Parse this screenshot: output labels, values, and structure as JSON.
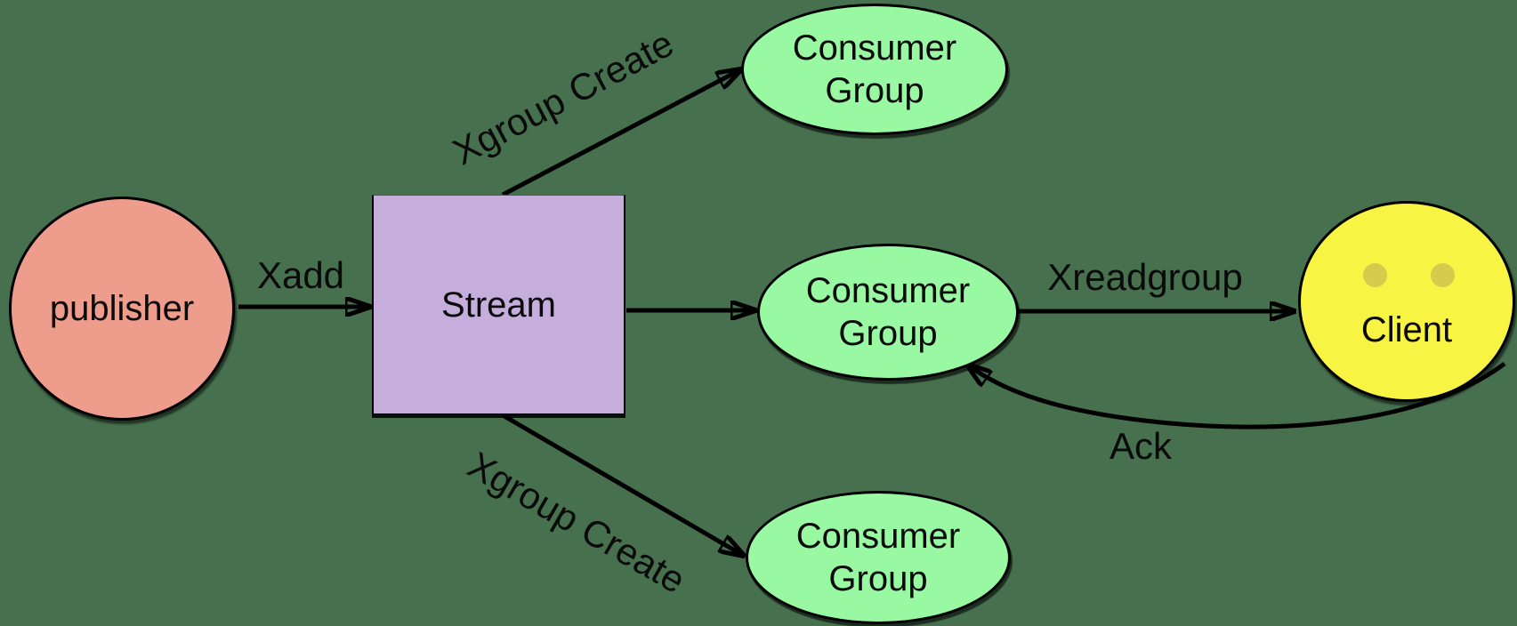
{
  "diagram": {
    "colors": {
      "background": "#47714E",
      "publisher_fill": "#EE9C8C",
      "stream_fill": "#C5AEDC",
      "consumer_group_fill": "#98F9A2",
      "client_fill": "#F7F443",
      "client_eye_fill": "#D5CB4D",
      "stroke": "#000000"
    },
    "nodes": {
      "publisher": {
        "label": "publisher",
        "shape": "circle"
      },
      "stream": {
        "label": "Stream",
        "shape": "rectangle"
      },
      "consumer_group_top": {
        "label": "Consumer Group",
        "shape": "ellipse"
      },
      "consumer_group_middle": {
        "label": "Consumer Group",
        "shape": "ellipse"
      },
      "consumer_group_bottom": {
        "label": "Consumer Group",
        "shape": "ellipse"
      },
      "client": {
        "label": "Client",
        "shape": "circle"
      }
    },
    "edges": {
      "xadd": {
        "label": "Xadd",
        "from": "publisher",
        "to": "stream"
      },
      "xgroup_create_top": {
        "label": "Xgroup Create",
        "from": "stream",
        "to": "consumer_group_top"
      },
      "stream_to_middle_group": {
        "label": "",
        "from": "stream",
        "to": "consumer_group_middle"
      },
      "xreadgroup": {
        "label": "Xreadgroup",
        "from": "consumer_group_middle",
        "to": "client"
      },
      "xgroup_create_bottom": {
        "label": "Xgroup Create",
        "from": "stream",
        "to": "consumer_group_bottom"
      },
      "ack": {
        "label": "Ack",
        "from": "client",
        "to": "consumer_group_middle"
      }
    }
  }
}
